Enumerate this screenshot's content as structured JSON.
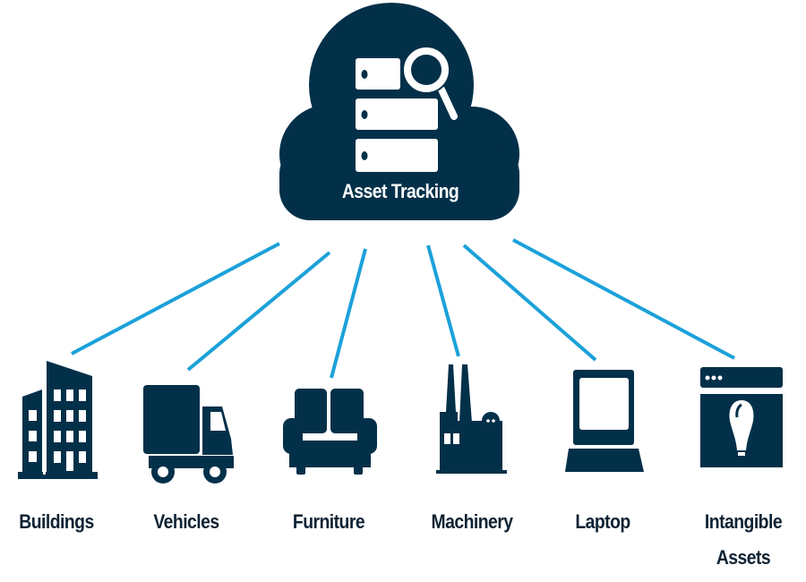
{
  "colors": {
    "navy": "#033049",
    "connector": "#1ba1d9",
    "background": "#ffffff"
  },
  "cloud": {
    "title": "Asset Tracking",
    "icon": "server-search-icon"
  },
  "assets": [
    {
      "label": "Buildings",
      "icon": "building-icon"
    },
    {
      "label": "Vehicles",
      "icon": "truck-icon"
    },
    {
      "label": "Furniture",
      "icon": "sofa-icon"
    },
    {
      "label": "Machinery",
      "icon": "factory-icon"
    },
    {
      "label": "Laptop",
      "icon": "laptop-icon"
    },
    {
      "label_line1": "Intangible",
      "label_line2": "Assets",
      "icon": "lightbulb-window-icon"
    }
  ]
}
